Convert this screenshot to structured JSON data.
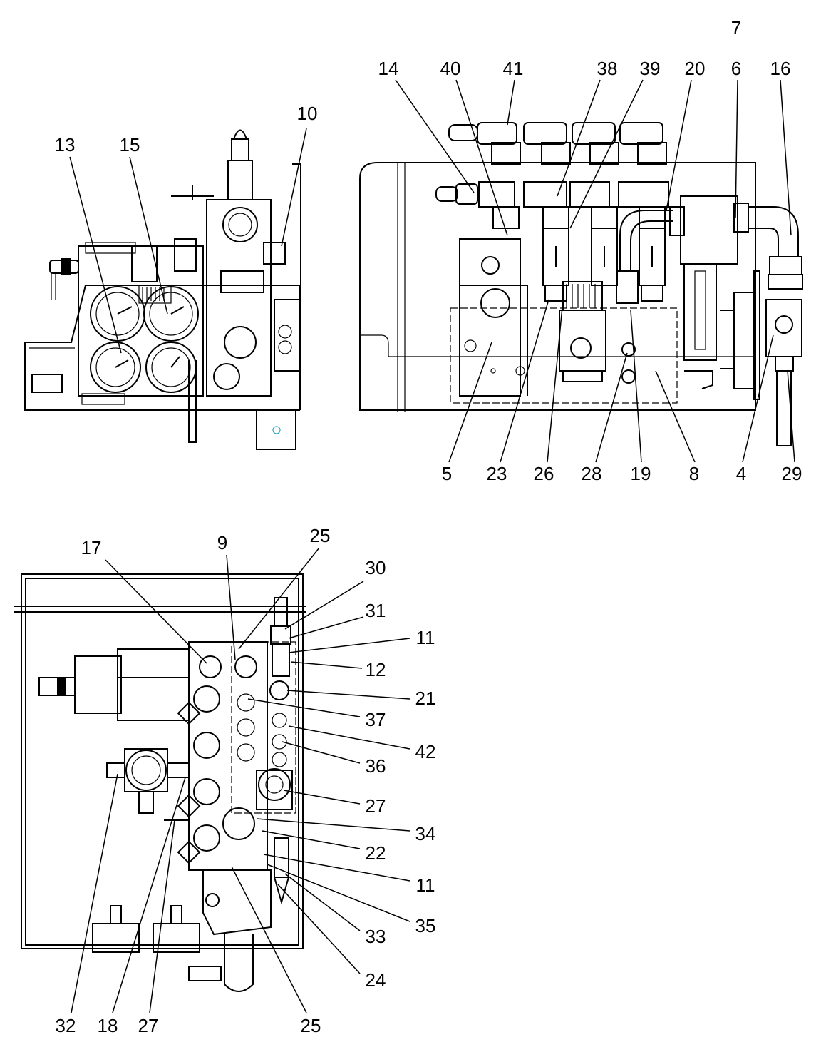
{
  "view_top_left": {
    "callouts": [
      "10",
      "13",
      "15"
    ]
  },
  "view_top_right": {
    "callouts": [
      "7",
      "14",
      "40",
      "41",
      "38",
      "39",
      "20",
      "6",
      "16",
      "5",
      "23",
      "26",
      "28",
      "19",
      "8",
      "4",
      "29"
    ]
  },
  "view_bottom": {
    "callouts": [
      "17",
      "9",
      "25",
      "30",
      "31",
      "11",
      "12",
      "21",
      "37",
      "42",
      "36",
      "27",
      "34",
      "22",
      "11",
      "35",
      "33",
      "24",
      "32",
      "18",
      "27",
      "25"
    ]
  }
}
